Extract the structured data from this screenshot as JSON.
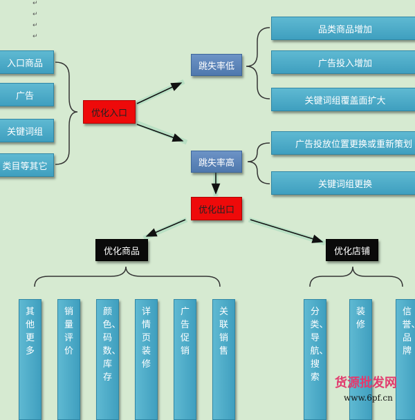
{
  "colors": {
    "background": "#d6ead1",
    "red_node": "#ee0a0a",
    "blue_node": "#4aa9c8",
    "mid_node": "#5a85ba",
    "black_node": "#0a0a0a"
  },
  "left_items": [
    "入口商品",
    "广告",
    "关键词组",
    "类目等其它"
  ],
  "center": {
    "optimize_entry": "优化入口",
    "bounce_low": "跳失率低",
    "bounce_high": "跳失率高",
    "optimize_exit": "优化出口",
    "optimize_product": "优化商品",
    "optimize_shop": "优化店铺"
  },
  "right_low_items": [
    "品类商品增加",
    "广告投入增加",
    "关键词组覆盖面扩大"
  ],
  "right_high_items": [
    "广告投放位置更换或重新策划",
    "关键词组更换"
  ],
  "product_items": [
    "其他更多",
    "销量评价",
    "颜色、码数、库存",
    "详情页装修",
    "广告促销",
    "关联销售"
  ],
  "shop_items": [
    "分类、导航、搜索",
    "装修",
    "信誉、品牌"
  ],
  "watermark": {
    "site": "货源批发网",
    "url": "www.6pf.cn"
  }
}
